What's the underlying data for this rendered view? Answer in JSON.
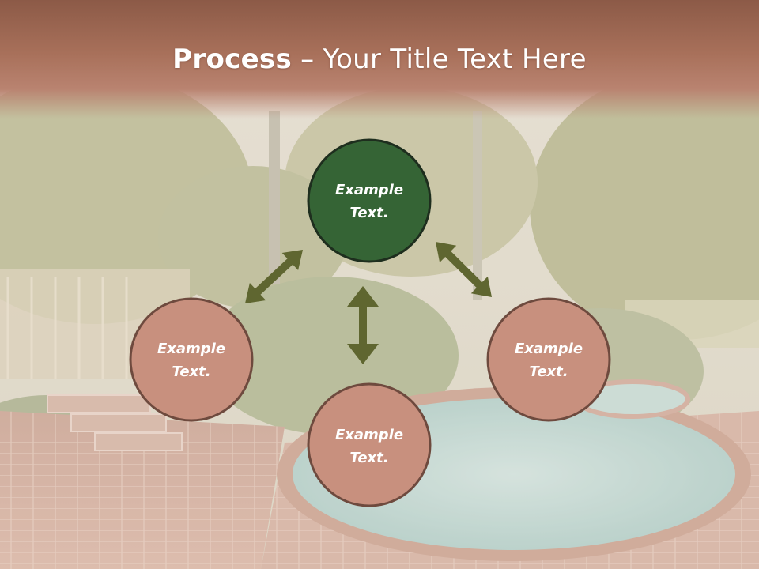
{
  "slide": {
    "title_bold": "Process",
    "title_rest": " – Your Title Text Here"
  },
  "colors": {
    "header": "#a8705a",
    "center_fill": "#356435",
    "outer_fill": "#c8907e",
    "ring": "#6e4a3e",
    "arrow": "#5f6630"
  },
  "nodes": {
    "top": {
      "line1": "Example",
      "line2": "Text."
    },
    "left": {
      "line1": "Example",
      "line2": "Text."
    },
    "right": {
      "line1": "Example",
      "line2": "Text."
    },
    "bottom": {
      "line1": "Example",
      "line2": "Text."
    }
  }
}
